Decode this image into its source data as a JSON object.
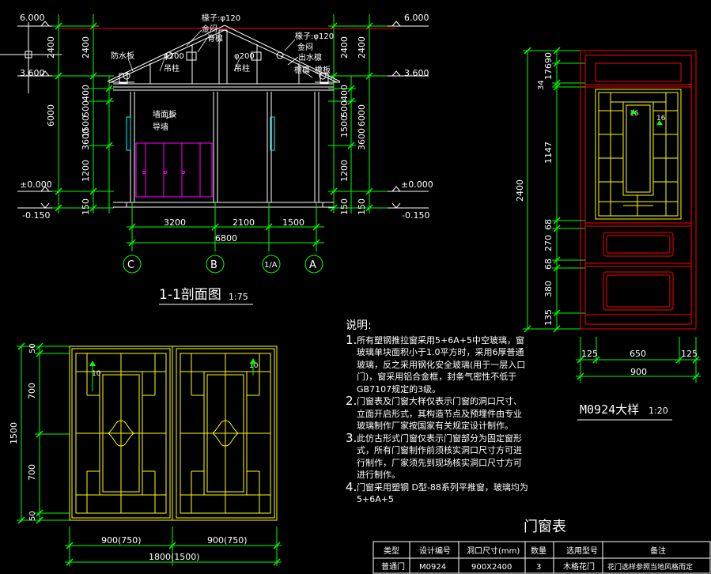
{
  "section": {
    "title": "1-1剖面图",
    "scale": "1:75",
    "levels": {
      "left": [
        "6.000",
        "3.600",
        "±0.000",
        "-0.150"
      ],
      "right": [
        "6.000",
        "3.600",
        "±0.000",
        "-0.150"
      ]
    },
    "vdims_outer": [
      "2400",
      "6000",
      "3600",
      "150"
    ],
    "vdims_inner": [
      "400",
      "500",
      "1500",
      "1200",
      "150"
    ],
    "hdims": [
      "3200",
      "2100",
      "1500"
    ],
    "total": "6800",
    "axes": [
      "C",
      "B",
      "1/A",
      "A"
    ],
    "labels": {
      "rafter_left": "椽子:φ120",
      "ridge_left": "金闷",
      "purlin": "脊檩",
      "wall_top": "防水板",
      "column_left": "φ200",
      "hang_left": "吊柱",
      "column_right": "φ200",
      "hang_right": "吊柱",
      "rafter_right": "椽子:φ120",
      "gold_right": "金闷",
      "out_purlin": "出水檩",
      "eave_purlin": "檐檩",
      "gutter": "檐板"
    },
    "wall_labels": [
      "墙面板",
      "导墙"
    ]
  },
  "door_detail": {
    "title": "M0924大样",
    "scale": "1:20",
    "vdims": [
      "90",
      "176",
      "34",
      "1147",
      "68",
      "270",
      "68",
      "380",
      "135"
    ],
    "total_height": "2400",
    "hdims": [
      "125",
      "650",
      "125"
    ],
    "total_width": "900",
    "marks": [
      "16",
      "16"
    ]
  },
  "window": {
    "vdims": [
      "50",
      "700",
      "700",
      "50"
    ],
    "total_height": "1500",
    "hdims": [
      "900(750)",
      "900(750)"
    ],
    "total": "1800(1500)",
    "marks": [
      "10",
      "10"
    ]
  },
  "notes": {
    "title": "说明:",
    "items": [
      {
        "num": "1.",
        "text": "所有塑钢推拉窗采用5+6A+5中空玻璃，窗玻璃单块面积小于1.0平方时，采用6厚普通玻璃，反之采用钢化安全玻璃(用于一层入口门)，窗采用铝合金框，封条气密性不低于GB7107规定的3级。"
      },
      {
        "num": "2.",
        "text": "门窗表及门窗大样仅表示门窗的洞口尺寸、立面开启形式，其构造节点及预埋件由专业玻璃制作厂家按国家有关规定设计制作。"
      },
      {
        "num": "3.",
        "text": "此仿古形式门窗仅表示门窗部分为固定窗形式，所有门窗制作前须核实洞口尺寸方可进行制作，厂家须先到现场核实洞口尺寸方可进行制作。"
      },
      {
        "num": "4.",
        "text": "门窗采用塑钢 D型-88系列平推窗，玻璃均为5+6A+5"
      }
    ]
  },
  "schedule": {
    "title": "门窗表",
    "headers": [
      "类型",
      "设计编号",
      "洞口尺寸(mm)",
      "数量",
      "选用型号",
      "备注"
    ],
    "rows": [
      [
        "普通门",
        "M0924",
        "900X2400",
        "3",
        "木格花门",
        "花门选样参照当地风格而定"
      ]
    ]
  },
  "colors": {
    "background": "#000000",
    "dimension": "#00ff00",
    "white": "#ffffff",
    "red": "#ff0000",
    "yellow": "#ffff00",
    "magenta": "#ff00ff",
    "cyan": "#00ffff"
  }
}
